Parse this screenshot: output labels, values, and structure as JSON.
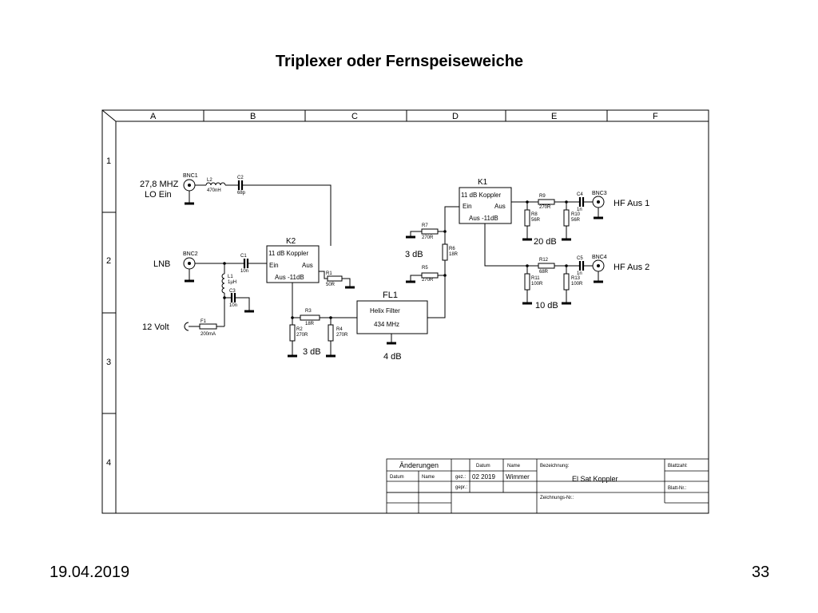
{
  "slide": {
    "title": "Triplexer oder Fernspeiseweiche",
    "date": "19.04.2019",
    "page_number": "33"
  },
  "frame": {
    "columns": [
      "A",
      "B",
      "C",
      "D",
      "E",
      "F"
    ],
    "rows": [
      "1",
      "2",
      "3",
      "4"
    ]
  },
  "connectors": {
    "bnc1": "BNC1",
    "bnc2": "BNC2",
    "bnc3": "BNC3",
    "bnc4": "BNC4",
    "in1_line1": "27,8 MHZ",
    "in1_line2": "LO Ein",
    "in2": "LNB",
    "power_in": "12 Volt",
    "out1": "HF Aus 1",
    "out2": "HF Aus 2"
  },
  "couplers": {
    "k1": {
      "ref": "K1",
      "type": "11 dB Koppler",
      "in": "Ein",
      "out": "Aus",
      "tap": "Aus -11dB"
    },
    "k2": {
      "ref": "K2",
      "type": "11 dB Koppler",
      "in": "Ein",
      "out": "Aus",
      "tap": "Aus -11dB"
    }
  },
  "filter": {
    "ref": "FL1",
    "line1": "Helix Filter",
    "line2": "434 MHz"
  },
  "components": {
    "l2": {
      "ref": "L2",
      "value": "470nH"
    },
    "l1": {
      "ref": "L1",
      "value": "1µH"
    },
    "c2": {
      "ref": "C2",
      "value": "68p"
    },
    "c1": {
      "ref": "C1",
      "value": "10n"
    },
    "c3": {
      "ref": "C3",
      "value": "10n"
    },
    "c4": {
      "ref": "C4",
      "value": "1n"
    },
    "c5": {
      "ref": "C5",
      "value": "1n"
    },
    "f1": {
      "ref": "F1",
      "value": "200mA"
    },
    "r1": {
      "ref": "R1",
      "value": "50R"
    },
    "r2": {
      "ref": "R2",
      "value": "270R"
    },
    "r3": {
      "ref": "R3",
      "value": "18R"
    },
    "r4": {
      "ref": "R4",
      "value": "270R"
    },
    "r5": {
      "ref": "R5",
      "value": "270R"
    },
    "r6": {
      "ref": "R6",
      "value": "18R"
    },
    "r7": {
      "ref": "R7",
      "value": "270R"
    },
    "r8": {
      "ref": "R8",
      "value": "56R"
    },
    "r9": {
      "ref": "R9",
      "value": "270R"
    },
    "r10": {
      "ref": "R10",
      "value": "56R"
    },
    "r11": {
      "ref": "R11",
      "value": "100R"
    },
    "r12": {
      "ref": "R12",
      "value": "68R"
    },
    "r13": {
      "ref": "R13",
      "value": "100R"
    }
  },
  "attenuation_labels": {
    "att_left": "3 dB",
    "att_mid": "3 dB",
    "att_filter": "4 dB",
    "att_out1": "20 dB",
    "att_out2": "10 dB"
  },
  "title_block": {
    "changes": "Änderungen",
    "date_col": "Datum",
    "name_col": "Name",
    "designation_label": "Bezeichnung:",
    "sheet_count_label": "Blattzahl:",
    "drawn_label": "gez.:",
    "checked_label": "gepr.:",
    "drawn_date": "02 2019",
    "drawn_name": "Wimmer",
    "designation": "El Sat Koppler",
    "sheet_no_label": "Blatt-Nr.:",
    "drawing_no_label": "Zeichnungs-Nr.:"
  }
}
